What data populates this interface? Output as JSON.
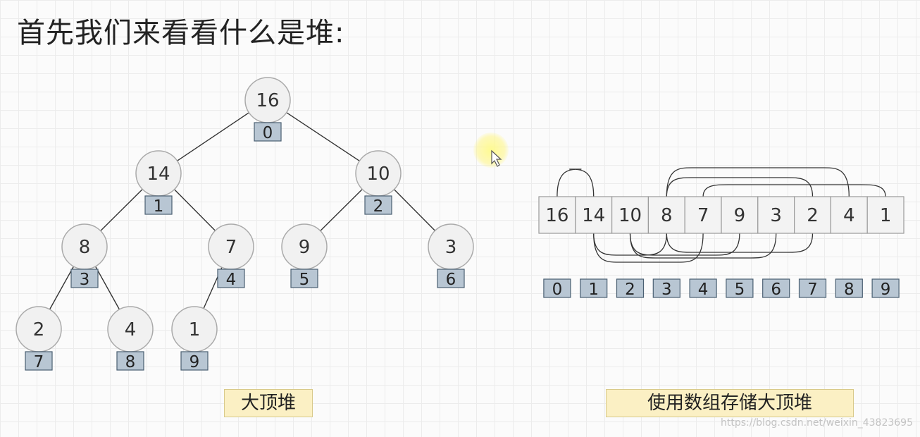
{
  "title": "首先我们来看看什么是堆:",
  "tree": {
    "nodes": [
      {
        "value": "16",
        "index": "0"
      },
      {
        "value": "14",
        "index": "1"
      },
      {
        "value": "10",
        "index": "2"
      },
      {
        "value": "8",
        "index": "3"
      },
      {
        "value": "7",
        "index": "4"
      },
      {
        "value": "9",
        "index": "5"
      },
      {
        "value": "3",
        "index": "6"
      },
      {
        "value": "2",
        "index": "7"
      },
      {
        "value": "4",
        "index": "8"
      },
      {
        "value": "1",
        "index": "9"
      }
    ],
    "label": "大顶堆"
  },
  "array": {
    "values": [
      "16",
      "14",
      "10",
      "8",
      "7",
      "9",
      "3",
      "2",
      "4",
      "1"
    ],
    "indices": [
      "0",
      "1",
      "2",
      "3",
      "4",
      "5",
      "6",
      "7",
      "8",
      "9"
    ],
    "label": "使用数组存储大顶堆"
  },
  "watermark": "https://blog.csdn.net/weixin_43823695",
  "colors": {
    "node_fill": "#f1f1f1",
    "index_fill": "#b8c6d3",
    "label_bg": "#fbf0c4"
  }
}
